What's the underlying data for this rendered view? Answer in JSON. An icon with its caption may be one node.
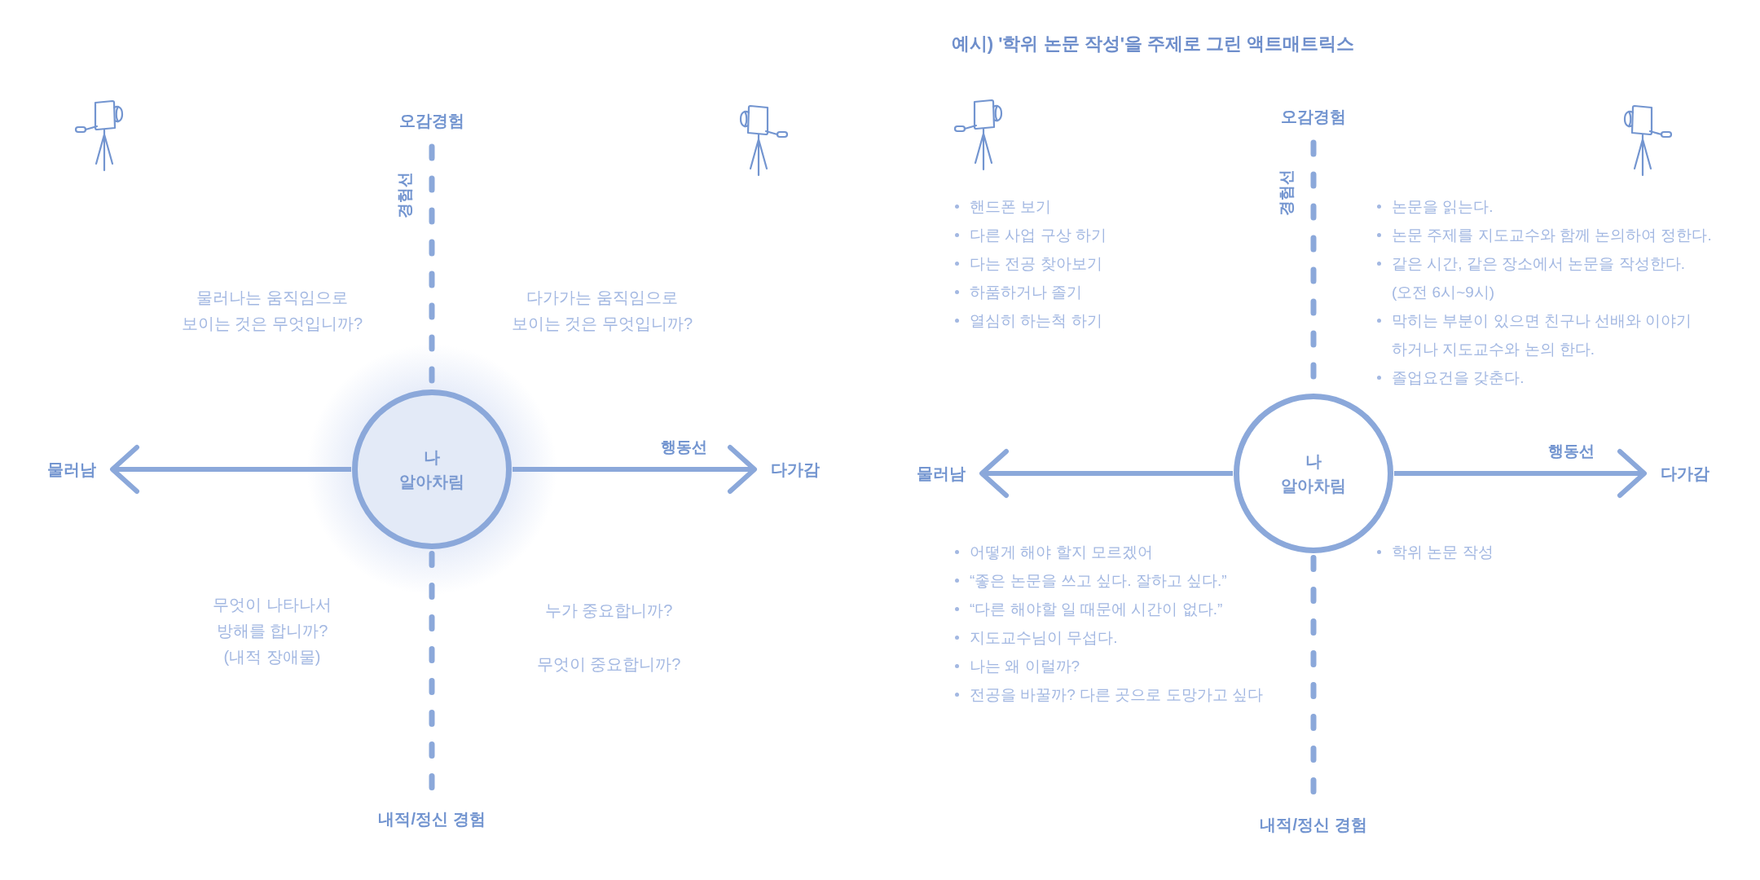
{
  "diagram": {
    "title": "예시) '학위 논문 작성'을 주제로 그린 액트매트릭스",
    "nodes": [
      {
        "text": [
          "오감경험"
        ]
      },
      {
        "text": [
          "나",
          "알아차림"
        ]
      },
      {
        "text": [
          "물러남"
        ]
      },
      {
        "text": [
          "다가감"
        ]
      },
      {
        "text": [
          "내적/정신 경험"
        ]
      },
      {
        "text": [
          "오감경험"
        ]
      },
      {
        "text": [
          "나",
          "알아차림"
        ]
      },
      {
        "text": [
          "물러남"
        ]
      },
      {
        "text": [
          "다가감"
        ]
      },
      {
        "text": [
          "내적/정신 경험"
        ]
      }
    ],
    "edges": [
      {
        "from": 0,
        "to": 1,
        "arrow": "none",
        "style": "dashed",
        "label": "경험선"
      },
      {
        "from": 1,
        "to": 2,
        "arrow": "to"
      },
      {
        "from": 1,
        "to": 3,
        "arrow": "to",
        "label": "행동선"
      },
      {
        "from": 1,
        "to": 4,
        "arrow": "none",
        "style": "dashed"
      },
      {
        "from": 5,
        "to": 6,
        "arrow": "none",
        "style": "dashed",
        "label": "경험선"
      },
      {
        "from": 6,
        "to": 7,
        "arrow": "to"
      },
      {
        "from": 6,
        "to": 8,
        "arrow": "to",
        "label": "행동선"
      },
      {
        "from": 6,
        "to": 9,
        "arrow": "none",
        "style": "dashed"
      }
    ],
    "labels": [
      "물러나는 움직임으로 보이는 것은 무엇입니까?",
      "다가가는 움직임으로 보이는 것은 무엇입니까?",
      "무엇이 나타나서 방해를 합니까? (내적 장애물)",
      "누가 중요합니까?",
      "무엇이 중요합니까?",
      "핸드폰 보기",
      "다른 사업 구상 하기",
      "다는 전공 찾아보기",
      "하품하거나 졸기",
      "열심히 하는척 하기",
      "논문을 읽는다.",
      "논문 주제를 지도교수와 함께 논의하여 정한다.",
      "같은 시간, 같은 장소에서 논문을 작성한다. (오전 6시~9시)",
      "막히는 부분이 있으면 친구나 선배와 이야기 하거나 지도교수와 논의 한다.",
      "졸업요건을 갖춘다.",
      "어떻게 해야 할지 모르겠어",
      "“좋은 논문을 쓰고 싶다. 잘하고 싶다.”",
      "“다른 해야할 일 때문에 시간이 없다.”",
      "지도교수님이 무섭다.",
      "나는 왜 이럴까?",
      "전공을 바꿀까? 다른 곳으로 도망가고 싶다",
      "학위 논문 작성"
    ]
  }
}
